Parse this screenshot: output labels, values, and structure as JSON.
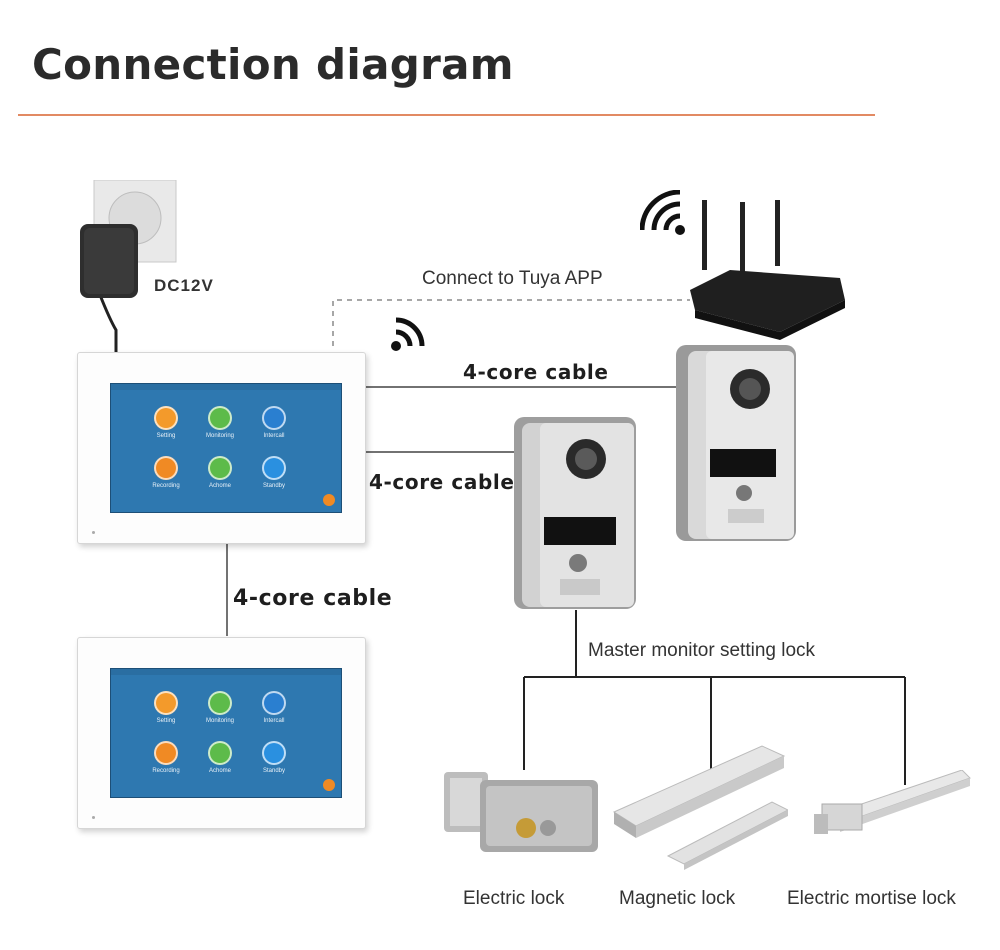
{
  "title": "Connection diagram",
  "labels": {
    "power": "DC12V",
    "tuya": "Connect to Tuya APP",
    "cable_top": "4-core cable",
    "cable_mid": "4-core cable",
    "cable_monitors": "4-core cable",
    "master_lock": "Master monitor setting lock",
    "electric_lock": "Electric lock",
    "magnetic_lock": "Magnetic lock",
    "mortise_lock": "Electric mortise lock"
  },
  "monitor_apps": [
    {
      "label": "Setting",
      "icon": "gear-icon",
      "color": "#f39a2b"
    },
    {
      "label": "Monitoring",
      "icon": "camera-icon",
      "color": "#5dbb4a"
    },
    {
      "label": "Intercall",
      "icon": "intercom-icon",
      "color": "#2a7fd0"
    },
    {
      "label": "Recording",
      "icon": "record-icon",
      "color": "#f08a24"
    },
    {
      "label": "Achome",
      "icon": "speaker-icon",
      "color": "#5dbb4a"
    },
    {
      "label": "Standby",
      "icon": "power-icon",
      "color": "#2a90e0"
    }
  ],
  "colors": {
    "accent_rule": "#e28a63",
    "screen": "#2e78b0",
    "wire": "#333333"
  }
}
